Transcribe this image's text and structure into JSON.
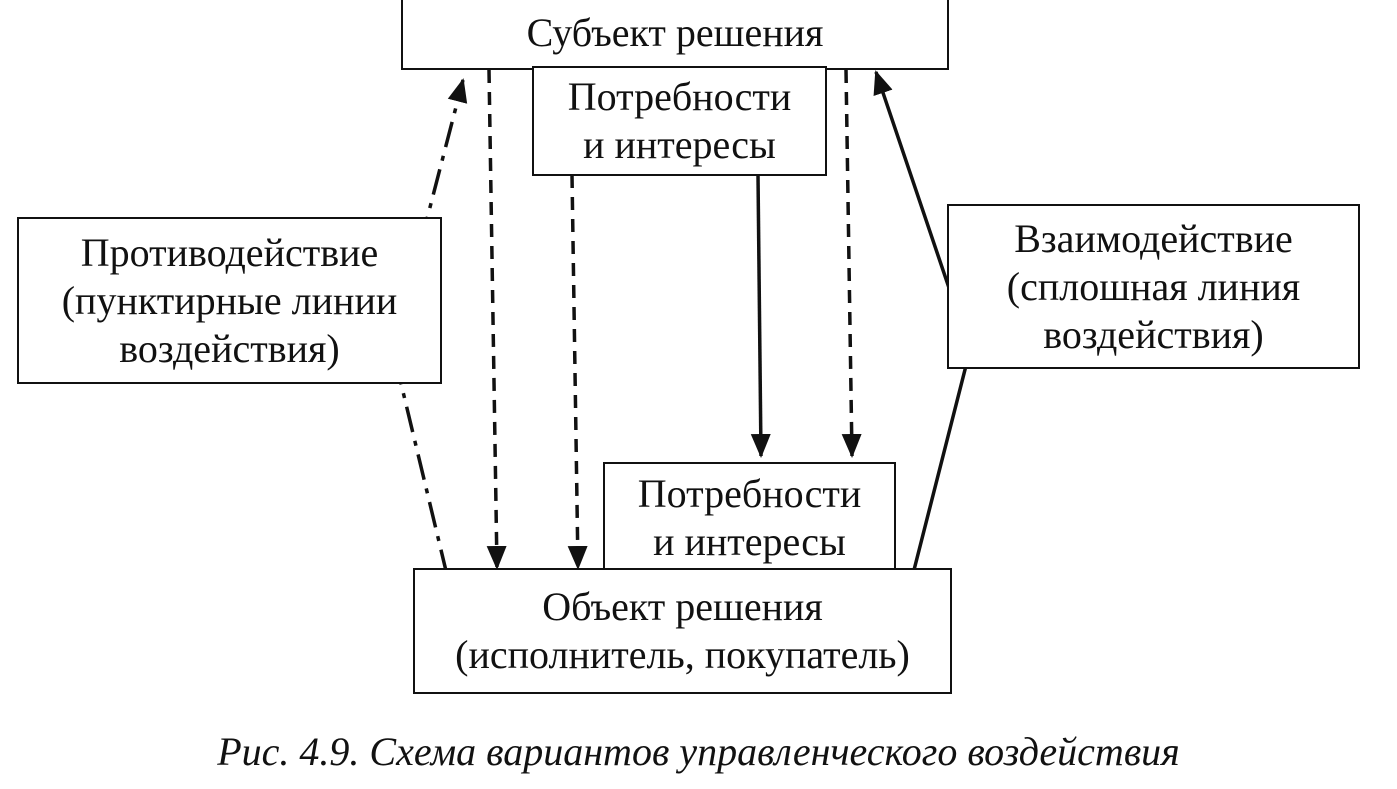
{
  "diagram": {
    "subject_box": {
      "line1": "Субъект решения"
    },
    "needs_top": {
      "line1": "Потребности",
      "line2": "и интересы"
    },
    "counteraction_box": {
      "line1": "Противодействие",
      "line2": "(пунктирные линии",
      "line3": "воздействия)"
    },
    "interaction_box": {
      "line1": "Взаимодействие",
      "line2": "(сплошная линия",
      "line3": "воздействия)"
    },
    "needs_bottom": {
      "line1": "Потребности",
      "line2": "и интересы"
    },
    "object_box": {
      "line1": "Объект решения",
      "line2": "(исполнитель, покупатель)"
    }
  },
  "caption": "Рис. 4.9. Схема вариантов управленческого воздействия",
  "colors": {
    "ink": "#111111",
    "background": "#ffffff"
  }
}
